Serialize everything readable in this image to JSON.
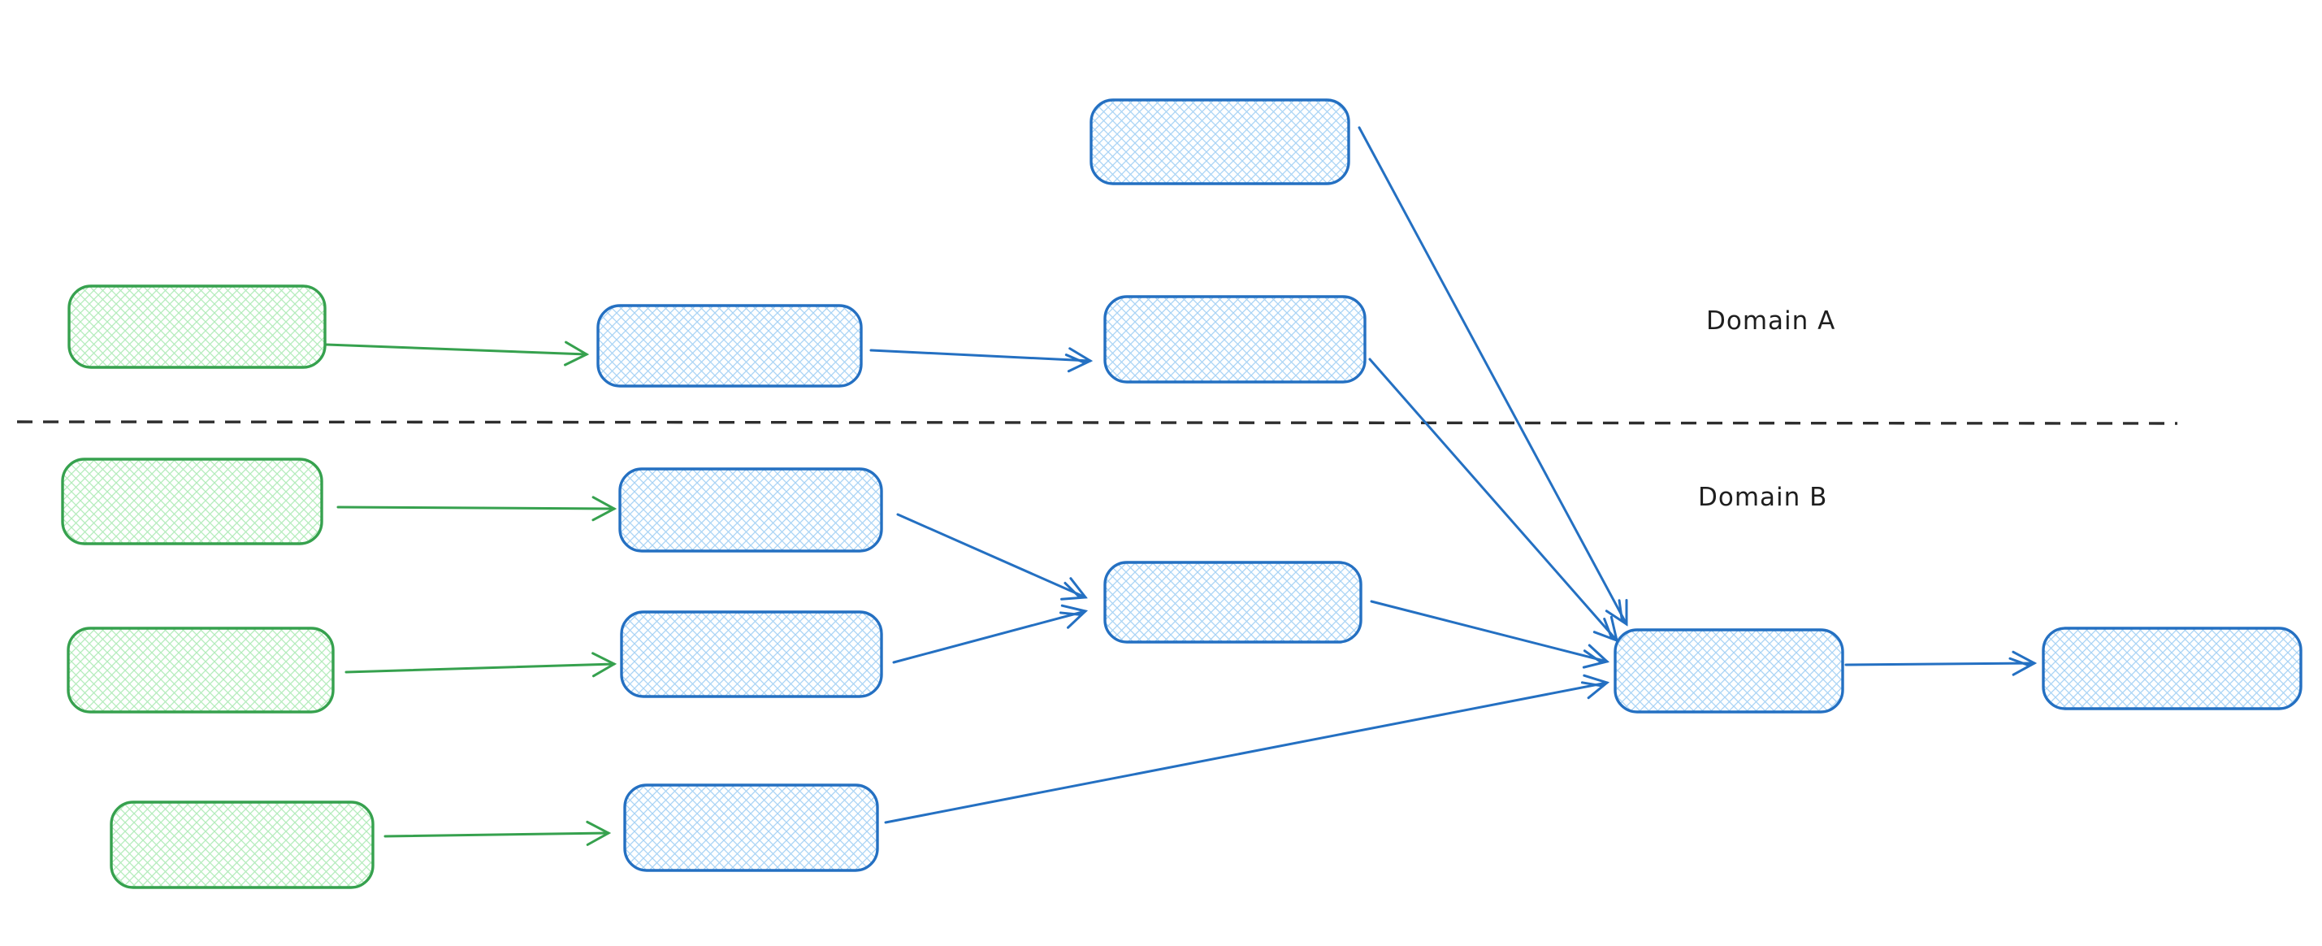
{
  "diagram": {
    "domain_a_label": "Domain A",
    "domain_b_label": "Domain B",
    "colors": {
      "blue_stroke": "#2470c2",
      "blue_hatch": "#a9d4f5",
      "green_stroke": "#36a14e",
      "green_hatch": "#b4ecbc",
      "divider": "#2e2e2e",
      "label_text": "#1e1e1e",
      "background": "#ffffff"
    },
    "nodes": [
      {
        "id": "domain-a-extra-source",
        "domain": "A",
        "fill": "blue"
      },
      {
        "id": "domain-a-source",
        "domain": "A",
        "fill": "green"
      },
      {
        "id": "domain-a-stage-1",
        "domain": "A",
        "fill": "blue"
      },
      {
        "id": "domain-a-stage-2",
        "domain": "A",
        "fill": "blue"
      },
      {
        "id": "domain-b-source-1",
        "domain": "B",
        "fill": "green"
      },
      {
        "id": "domain-b-stage-1a",
        "domain": "B",
        "fill": "blue"
      },
      {
        "id": "domain-b-source-2",
        "domain": "B",
        "fill": "green"
      },
      {
        "id": "domain-b-stage-1b",
        "domain": "B",
        "fill": "blue"
      },
      {
        "id": "domain-b-source-3",
        "domain": "B",
        "fill": "green"
      },
      {
        "id": "domain-b-stage-1c",
        "domain": "B",
        "fill": "blue"
      },
      {
        "id": "domain-b-merge",
        "domain": "B",
        "fill": "blue"
      },
      {
        "id": "convergence",
        "domain": "B",
        "fill": "blue"
      },
      {
        "id": "final-output",
        "domain": "B",
        "fill": "blue"
      }
    ],
    "edges": [
      {
        "from": "domain-a-source",
        "to": "domain-a-stage-1",
        "color": "green"
      },
      {
        "from": "domain-a-stage-1",
        "to": "domain-a-stage-2",
        "color": "blue"
      },
      {
        "from": "domain-a-extra-source",
        "to": "convergence",
        "color": "blue"
      },
      {
        "from": "domain-a-stage-2",
        "to": "convergence",
        "color": "blue"
      },
      {
        "from": "domain-b-source-1",
        "to": "domain-b-stage-1a",
        "color": "green"
      },
      {
        "from": "domain-b-source-2",
        "to": "domain-b-stage-1b",
        "color": "green"
      },
      {
        "from": "domain-b-source-3",
        "to": "domain-b-stage-1c",
        "color": "green"
      },
      {
        "from": "domain-b-stage-1a",
        "to": "domain-b-merge",
        "color": "blue"
      },
      {
        "from": "domain-b-stage-1b",
        "to": "domain-b-merge",
        "color": "blue"
      },
      {
        "from": "domain-b-merge",
        "to": "convergence",
        "color": "blue"
      },
      {
        "from": "domain-b-stage-1c",
        "to": "convergence",
        "color": "blue"
      },
      {
        "from": "convergence",
        "to": "final-output",
        "color": "blue"
      }
    ]
  }
}
